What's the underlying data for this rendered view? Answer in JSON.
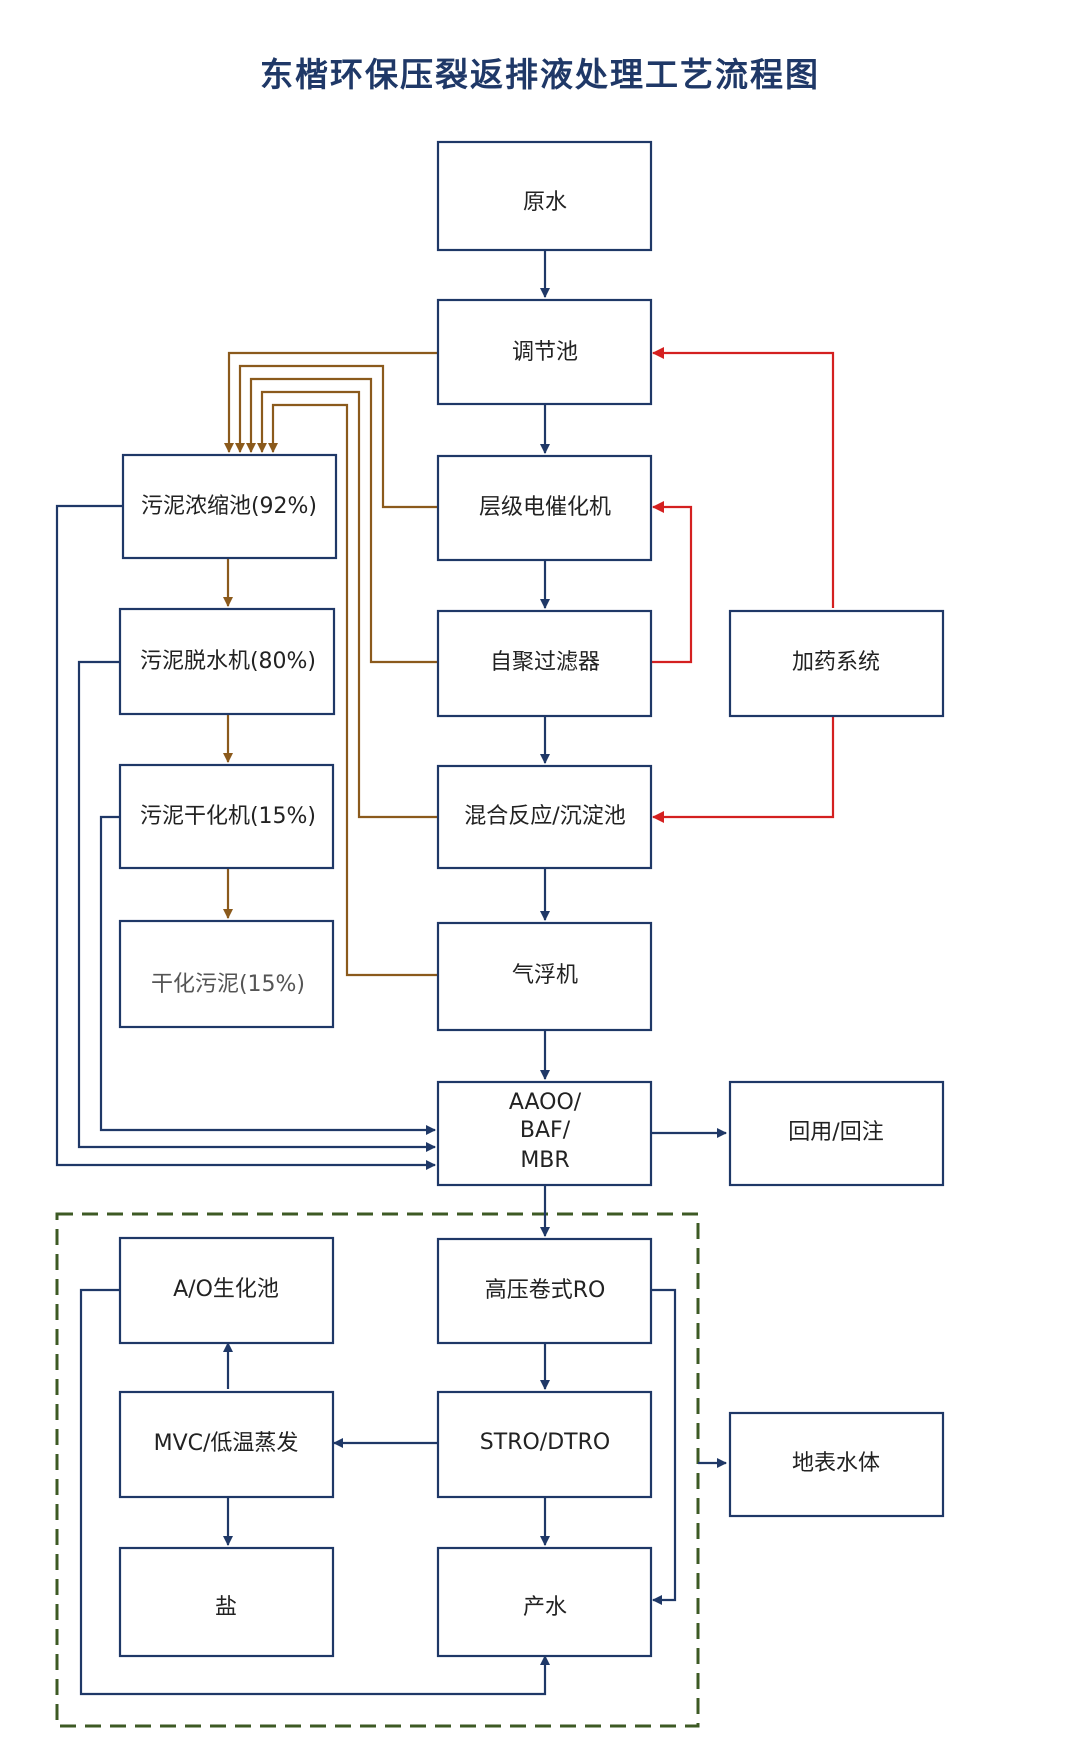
{
  "title": "东楷环保压裂返排液处理工艺流程图",
  "colors": {
    "box_border": "#1f3867",
    "main_flow": "#1f3867",
    "sludge_flow": "#8b5a1c",
    "dosing_flow": "#d42020",
    "dashed_region": "#3d5a24",
    "title": "#1f3867"
  },
  "nodes": {
    "raw_water": "原水",
    "equalization_tank": "调节池",
    "electrocatalysis": "层级电催化机",
    "self_filter": "自聚过滤器",
    "mix_settle": "混合反应/沉淀池",
    "flotation": "气浮机",
    "biological": [
      "AAOO/",
      "BAF/",
      "MBR"
    ],
    "reuse": "回用/回注",
    "dosing": "加药系统",
    "sludge_thickener": "污泥浓缩池(92%)",
    "sludge_dewater": "污泥脱水机(80%)",
    "sludge_dryer": "污泥干化机(15%)",
    "dried_sludge": "干化污泥(15%)",
    "high_pressure_ro": "高压卷式RO",
    "stro_dtro": "STRO/DTRO",
    "product_water": "产水",
    "ao_tank": "A/O生化池",
    "mvc": "MVC/低温蒸发",
    "salt": "盐",
    "surface_water": "地表水体"
  }
}
